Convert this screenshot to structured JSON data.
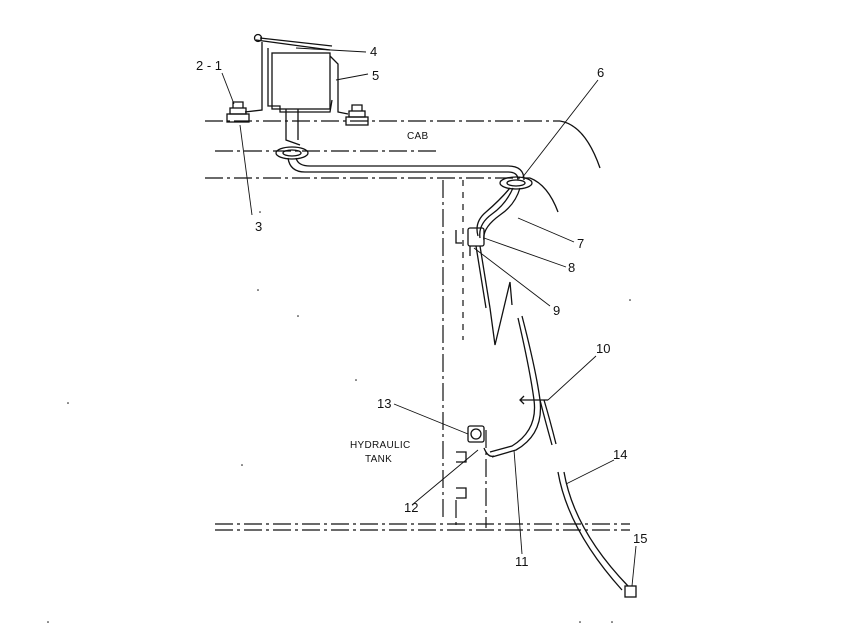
{
  "diagram": {
    "area_labels": {
      "cab": "CAB",
      "hydraulic_tank_line1": "HYDRAULIC",
      "hydraulic_tank_line2": "TANK"
    },
    "callouts": [
      {
        "id": "2-1",
        "text": "2 - 1"
      },
      {
        "id": "3",
        "text": "3"
      },
      {
        "id": "4",
        "text": "4"
      },
      {
        "id": "5",
        "text": "5"
      },
      {
        "id": "6",
        "text": "6"
      },
      {
        "id": "7",
        "text": "7"
      },
      {
        "id": "8",
        "text": "8"
      },
      {
        "id": "9",
        "text": "9"
      },
      {
        "id": "10",
        "text": "10"
      },
      {
        "id": "11",
        "text": "11"
      },
      {
        "id": "12",
        "text": "12"
      },
      {
        "id": "13",
        "text": "13"
      },
      {
        "id": "14",
        "text": "14"
      },
      {
        "id": "15",
        "text": "15"
      }
    ]
  }
}
